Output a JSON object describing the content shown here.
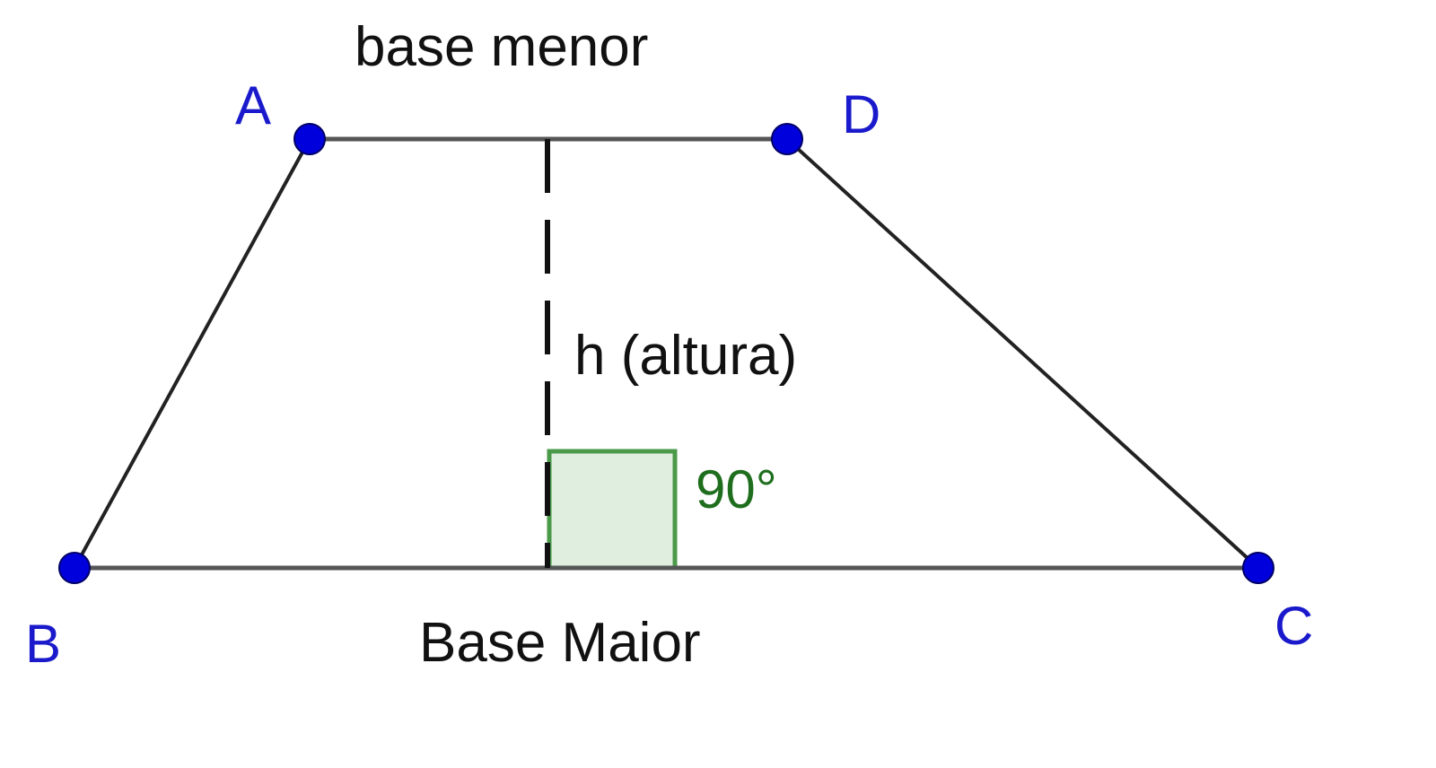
{
  "diagram": {
    "vertices": {
      "A": "A",
      "B": "B",
      "C": "C",
      "D": "D"
    },
    "labels": {
      "top_base": "base menor",
      "bottom_base": "Base Maior",
      "height": "h (altura)",
      "angle": "90°"
    },
    "colors": {
      "vertex": "#0000dd",
      "vertex_label": "#1a1acc",
      "edge": "#222222",
      "base_edge": "#555555",
      "angle_stroke": "#3a8a3a",
      "angle_fill": "#e0eee0",
      "angle_text": "#1e6e1e",
      "text": "#111111"
    }
  }
}
